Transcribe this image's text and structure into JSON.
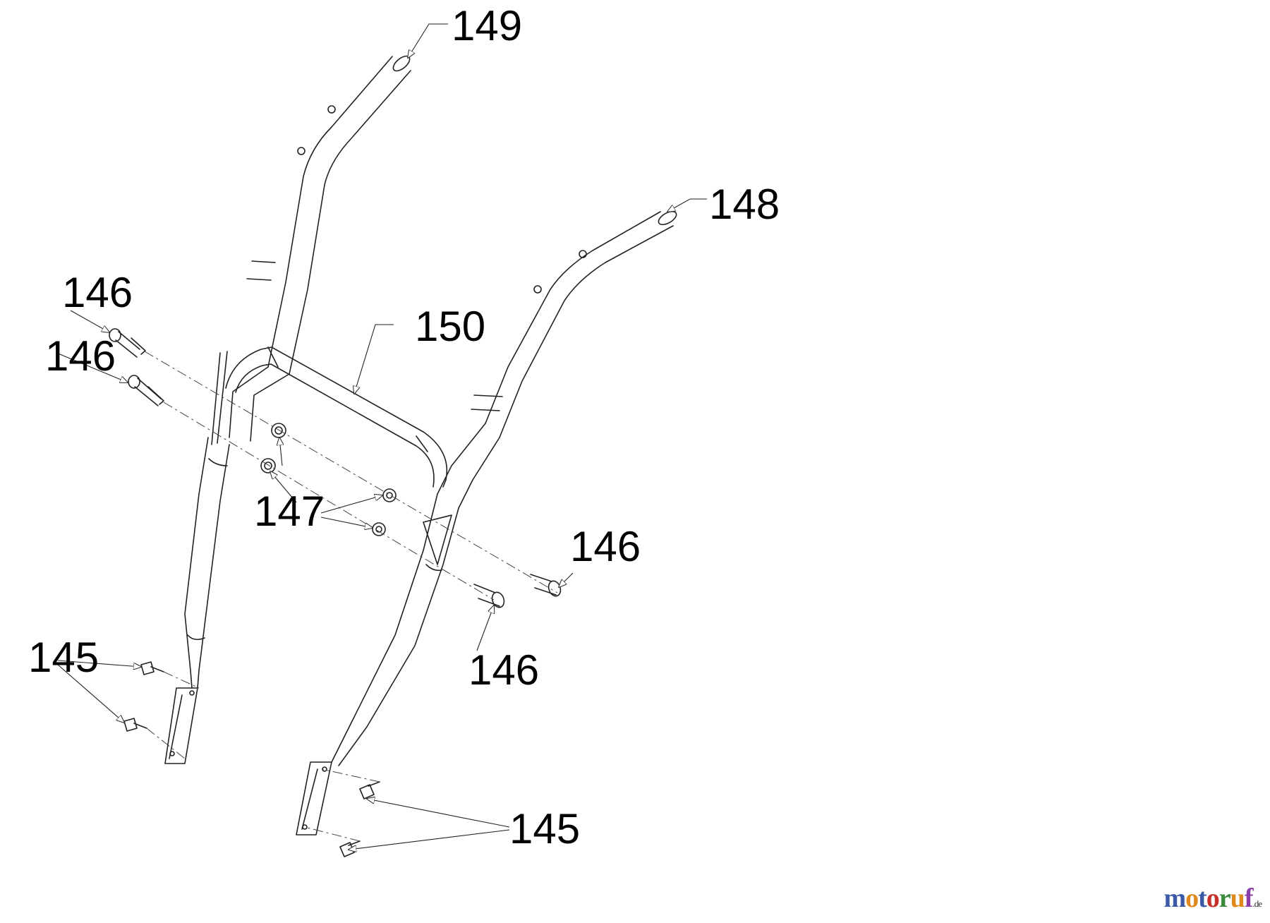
{
  "callouts": {
    "p149": "149",
    "p148": "148",
    "p150": "150",
    "p146_a": "146",
    "p146_b": "146",
    "p147": "147",
    "p146_c": "146",
    "p146_d": "146",
    "p145_left": "145",
    "p145_right": "145"
  },
  "watermark": {
    "text": "motoruf",
    "tld": ".de",
    "letter_colors": [
      "#3b5aa6",
      "#e08a1e",
      "#3b5aa6",
      "#c8302a",
      "#3b8a3b",
      "#e08a1e",
      "#8a3ba6"
    ]
  },
  "colors": {
    "line": "#222222",
    "background": "#ffffff"
  }
}
